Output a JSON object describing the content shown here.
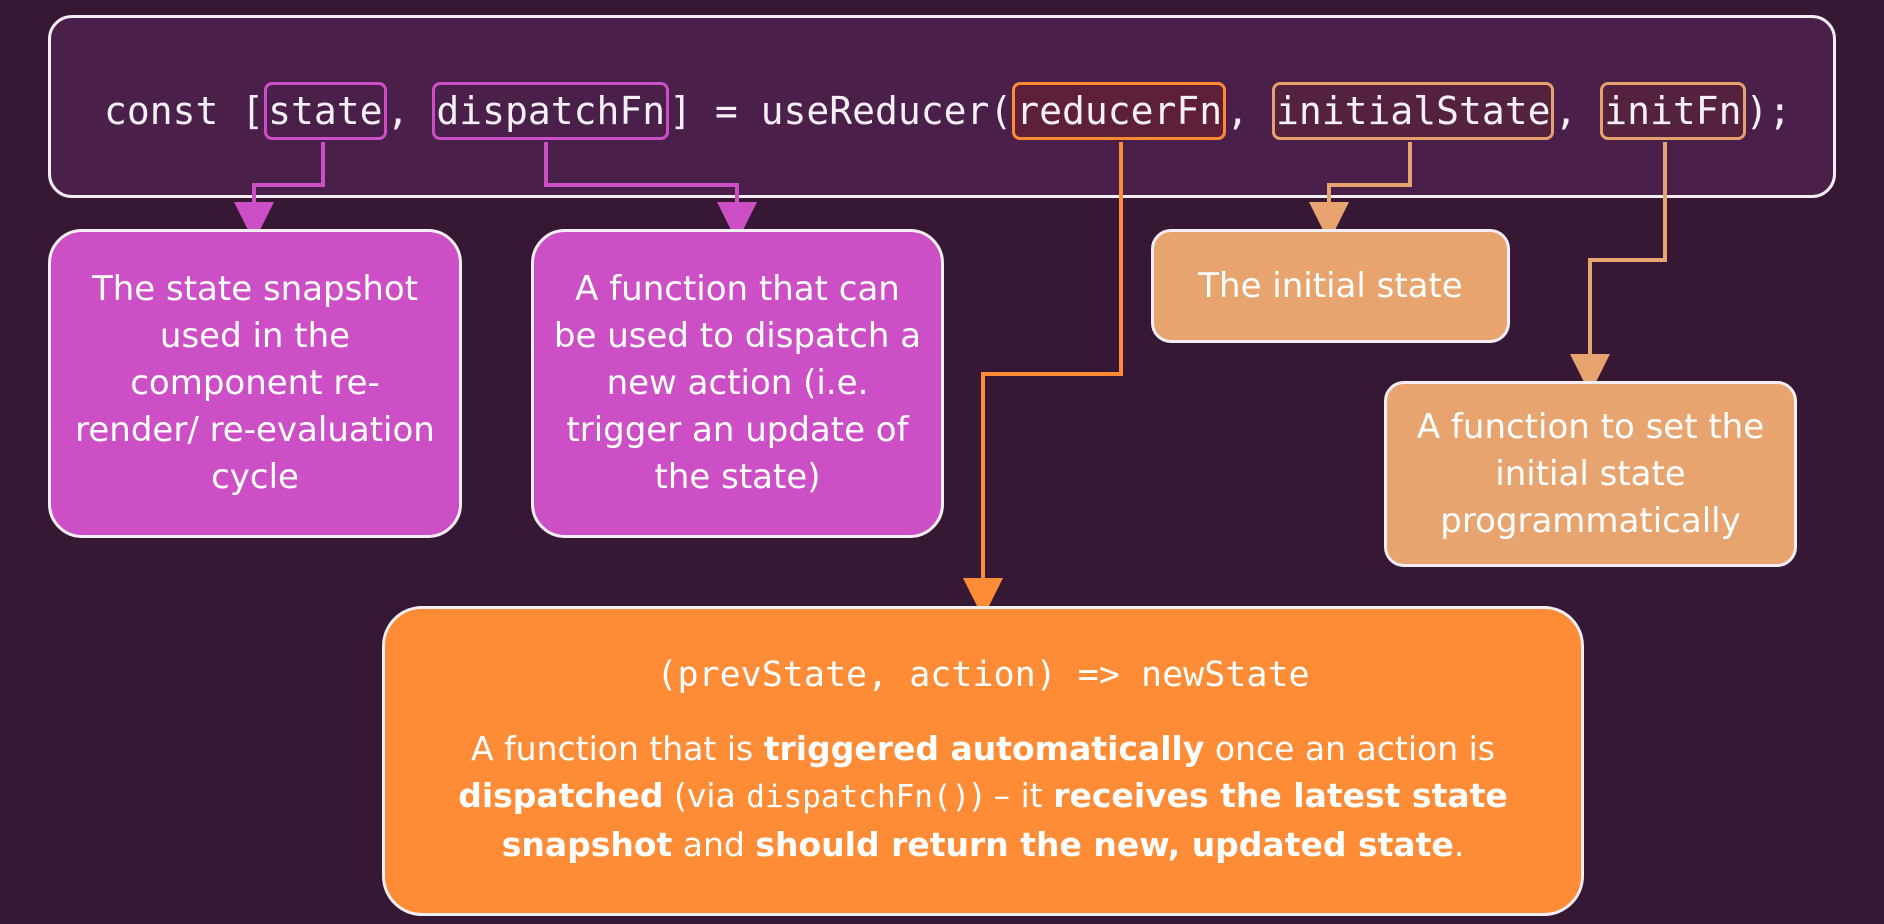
{
  "code": {
    "prefix": "const [",
    "state": "state",
    "comma1": ", ",
    "dispatchFn": "dispatchFn",
    "middle": "] = useReducer(",
    "reducerFn": "reducerFn",
    "comma2": ", ",
    "initialState": "initialState",
    "comma3": ", ",
    "initFn": "initFn",
    "suffix": ");"
  },
  "boxes": {
    "state_desc": "The state snapshot used in the component re-render/ re-evaluation cycle",
    "dispatch_desc": "A function that can be used to dispatch a new action (i.e. trigger an update of the state)",
    "initial_state_desc": "The initial state",
    "init_fn_desc": "A function to set the initial state programmatically"
  },
  "reducer": {
    "signature": "(prevState, action) => newState",
    "t1": "A function that is ",
    "b1": "triggered automatically",
    "t2": " once an action is ",
    "b2": "dispatched",
    "t3": " (via ",
    "code": "dispatchFn()",
    "t4": ") – it ",
    "b3": "receives the latest state snapshot",
    "t5": " and ",
    "b4": "should return the new, updated state",
    "t6": "."
  },
  "colors": {
    "background": "#361835",
    "code_box": "#4a1f49",
    "pink": "#cc4fc6",
    "orange": "#fe8b35",
    "tan": "#e7a46f"
  }
}
